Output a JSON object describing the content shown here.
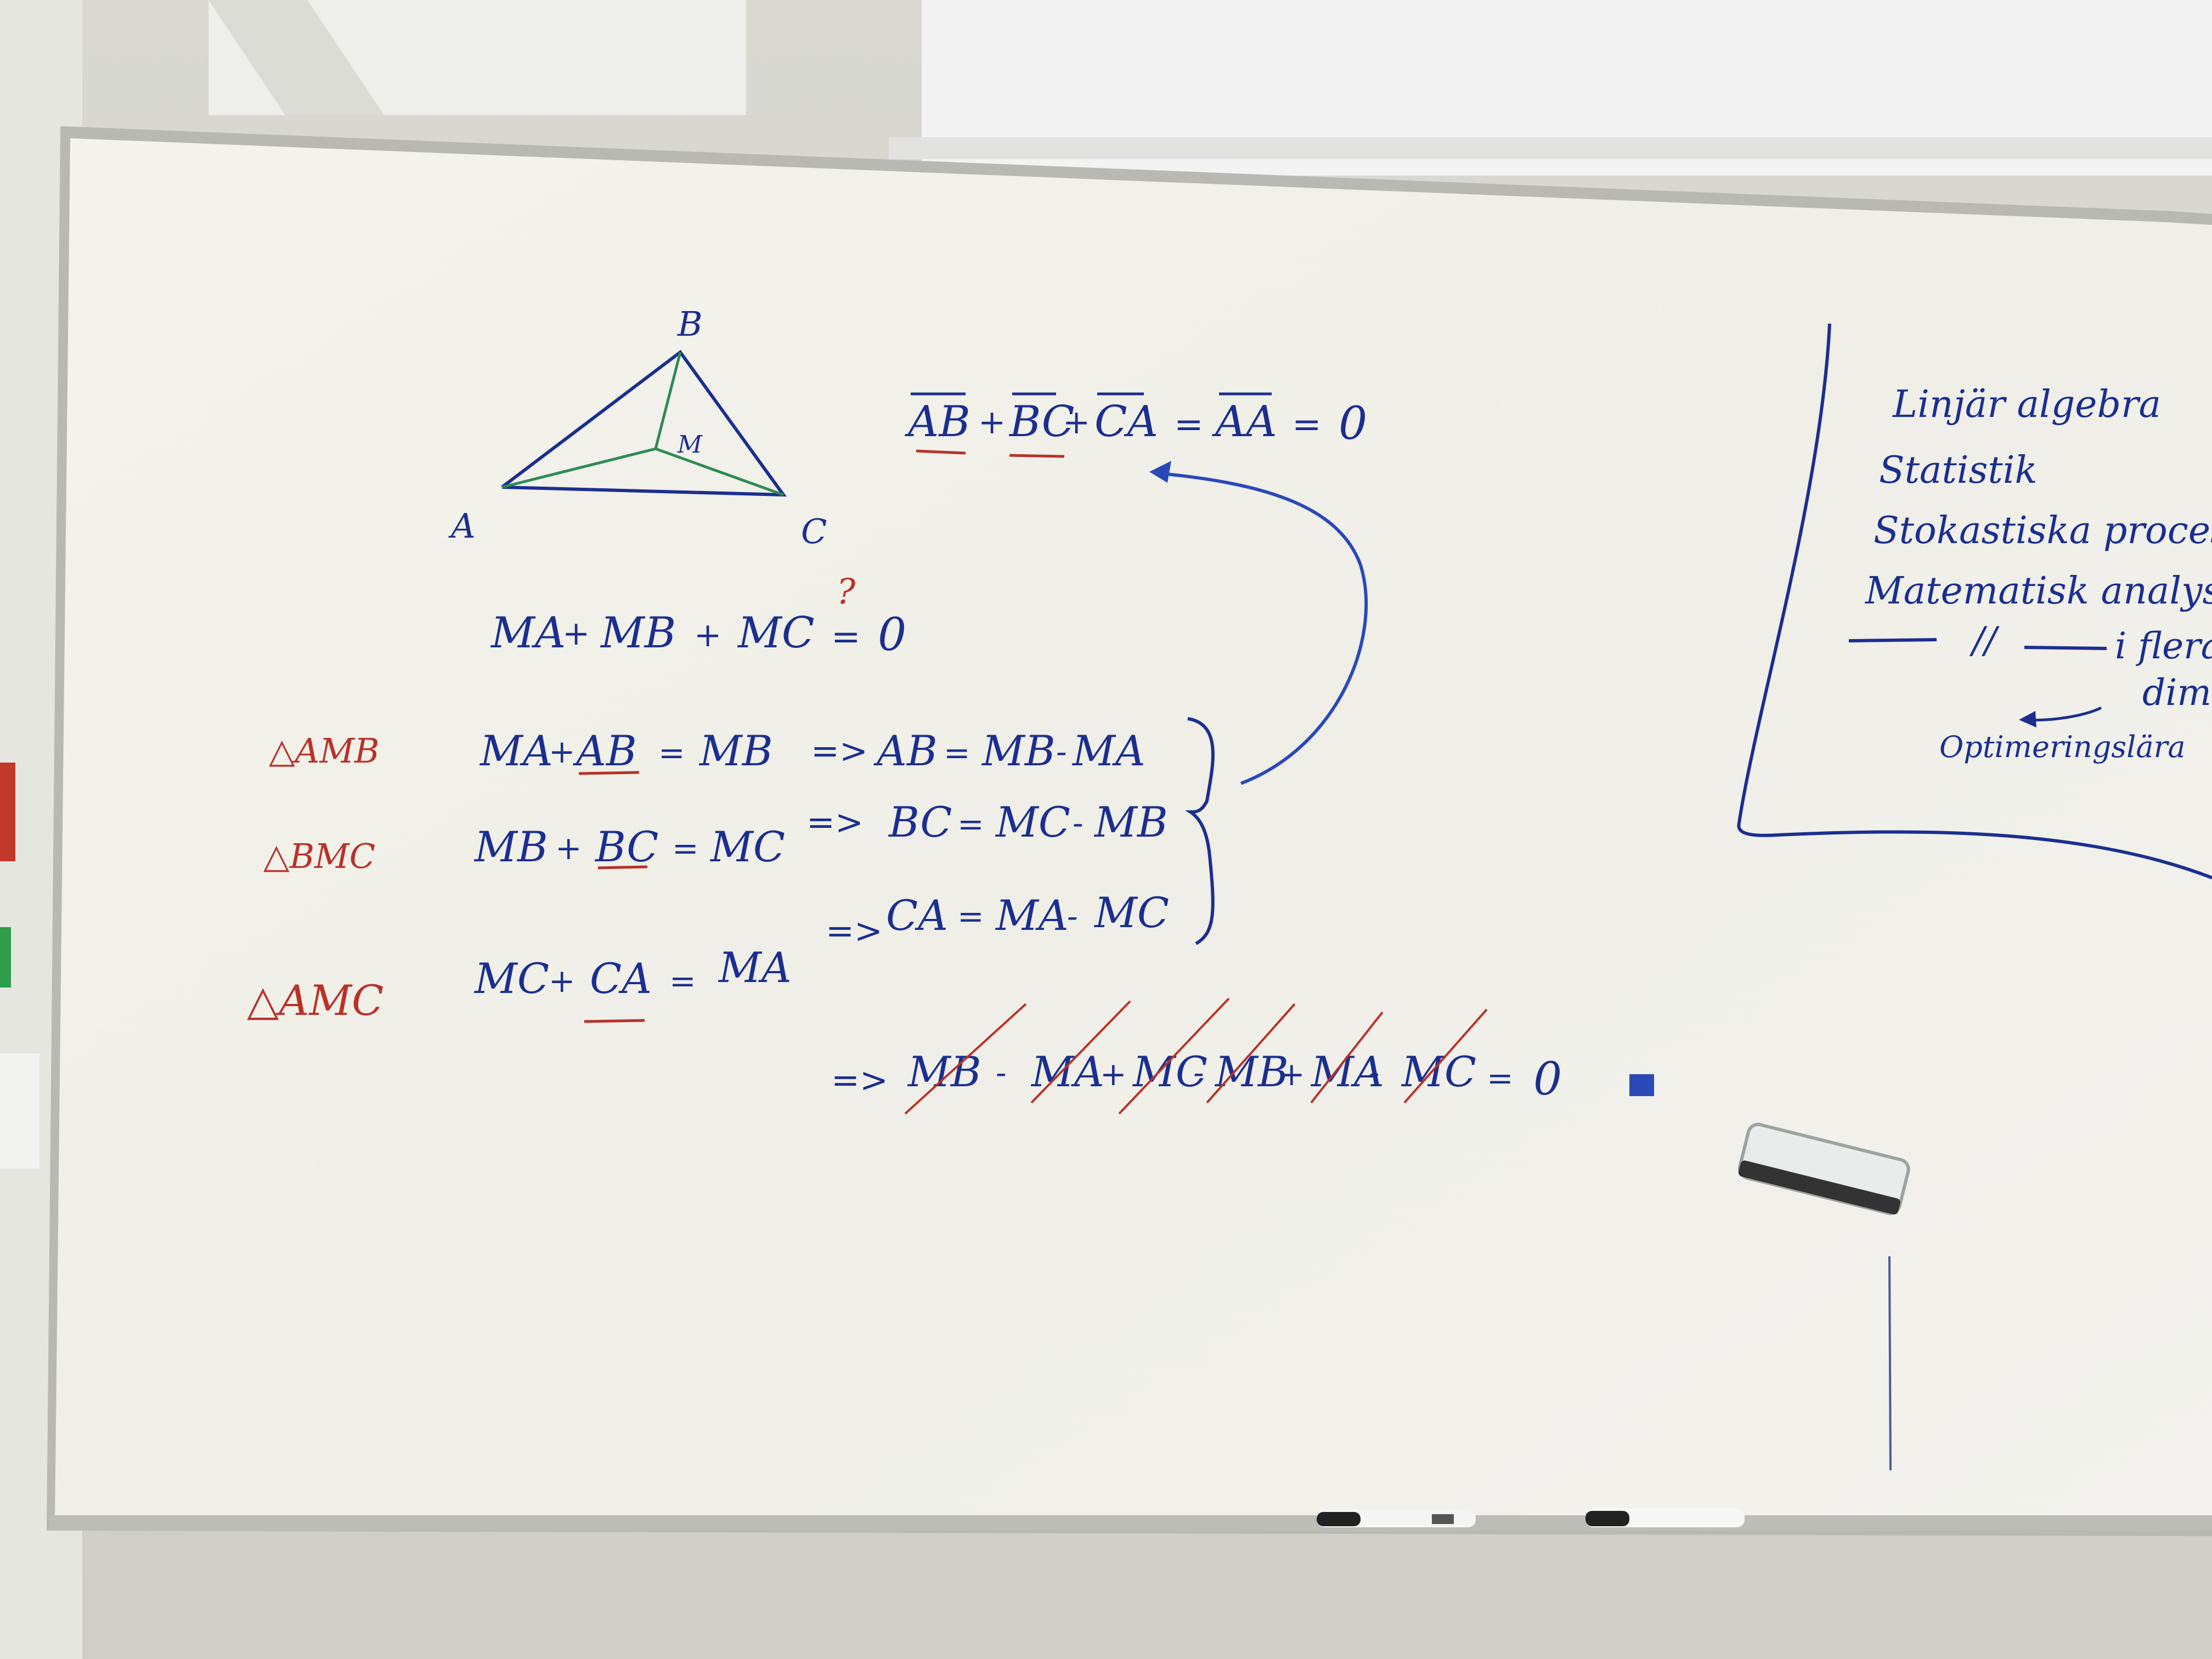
{
  "triangle": {
    "vertex_a": "A",
    "vertex_b": "B",
    "vertex_c": "C",
    "point_m": "M"
  },
  "top_equation": {
    "t1": "AB",
    "t2": "BC",
    "t3": "CA",
    "rhs1": "AA",
    "rhs2": "0"
  },
  "question": {
    "t1": "MA",
    "t2": "MB",
    "t3": "MC",
    "mark": "?",
    "rhs": "0"
  },
  "rows": [
    {
      "tri": "△AMB",
      "l1": "MA",
      "l2": "AB",
      "r": "MB",
      "v": "AB",
      "a": "MB",
      "b": "MA"
    },
    {
      "tri": "△BMC",
      "l1": "MB",
      "l2": "BC",
      "r": "MC",
      "v": "BC",
      "a": "MC",
      "b": "MB"
    },
    {
      "tri": "△AMC",
      "l1": "MC",
      "l2": "CA",
      "r": "MA",
      "v": "CA",
      "a": "MA",
      "b": "MC"
    }
  ],
  "sum_line": {
    "terms": [
      "MB",
      "MA",
      "MC",
      "MB",
      "MA",
      "MC"
    ],
    "rhs": "0"
  },
  "sidebar": {
    "items": [
      "Linjär algebra",
      "Statistik",
      "Stokastiska processer",
      "Matematisk analys",
      "i flera",
      "dimen",
      "Optimeringslära"
    ],
    "ditto": "//"
  },
  "colors": {
    "ink_blue": "#1b2f8f",
    "ink_red": "#b8322a",
    "ink_green": "#2f8a55",
    "board": "#f2f1ea"
  }
}
